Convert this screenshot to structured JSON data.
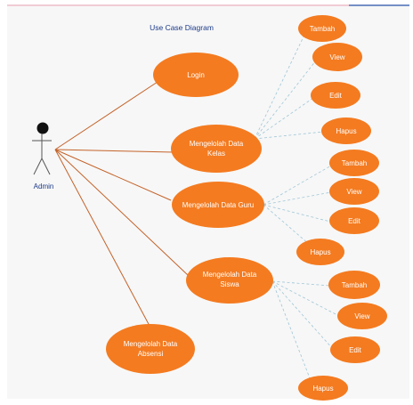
{
  "title": "Use Case Diagram",
  "actor": {
    "label": "Admin"
  },
  "use_cases": {
    "login": "Login",
    "kelas": [
      "Mengelolah Data",
      "Kelas"
    ],
    "guru": "Mengelolah Data Guru",
    "siswa": [
      "Mengelolah Data",
      "Siswa"
    ],
    "absensi": [
      "Mengelolah Data",
      "Absensi"
    ]
  },
  "kelas_actions": [
    "Tambah",
    "View",
    "Edit",
    "Hapus"
  ],
  "guru_actions": [
    "Tambah",
    "View",
    "Edit",
    "Hapus"
  ],
  "siswa_actions": [
    "Tambah",
    "View",
    "Edit",
    "Hapus"
  ],
  "colors": {
    "use_case_fill": "#f47b20",
    "association_line": "#c4632a",
    "extend_line": "#9fc6d6",
    "title_text": "#1b3a8a",
    "top_rule_left": "#e8a0b0",
    "top_rule_right": "#4a6fb5"
  }
}
